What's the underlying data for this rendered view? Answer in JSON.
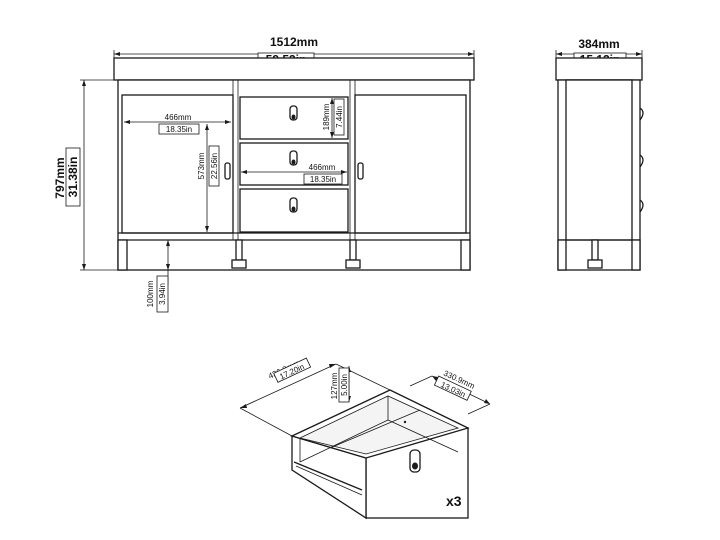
{
  "front_view": {
    "width_mm": "1512mm",
    "width_in": "59.53in",
    "height_mm": "797mm",
    "height_in": "31.38in",
    "cabinet_inner_width_mm": "466mm",
    "cabinet_inner_width_in": "18.35in",
    "cabinet_inner_height_mm": "573mm",
    "cabinet_inner_height_in": "22.56in",
    "drawer_front_height_mm": "189mm",
    "drawer_front_height_in": "7.44in",
    "drawer_width_mm": "466mm",
    "drawer_width_in": "18.35in",
    "leg_height_mm": "100mm",
    "leg_height_in": "3.94in"
  },
  "side_view": {
    "depth_mm": "384mm",
    "depth_in": "15.12in"
  },
  "drawer_detail": {
    "length_mm": "436.8mm",
    "length_in": "17.20in",
    "height_mm": "127mm",
    "height_in": "5.00in",
    "depth_mm": "330.9mm",
    "depth_in": "13.03in",
    "quantity": "x3"
  }
}
